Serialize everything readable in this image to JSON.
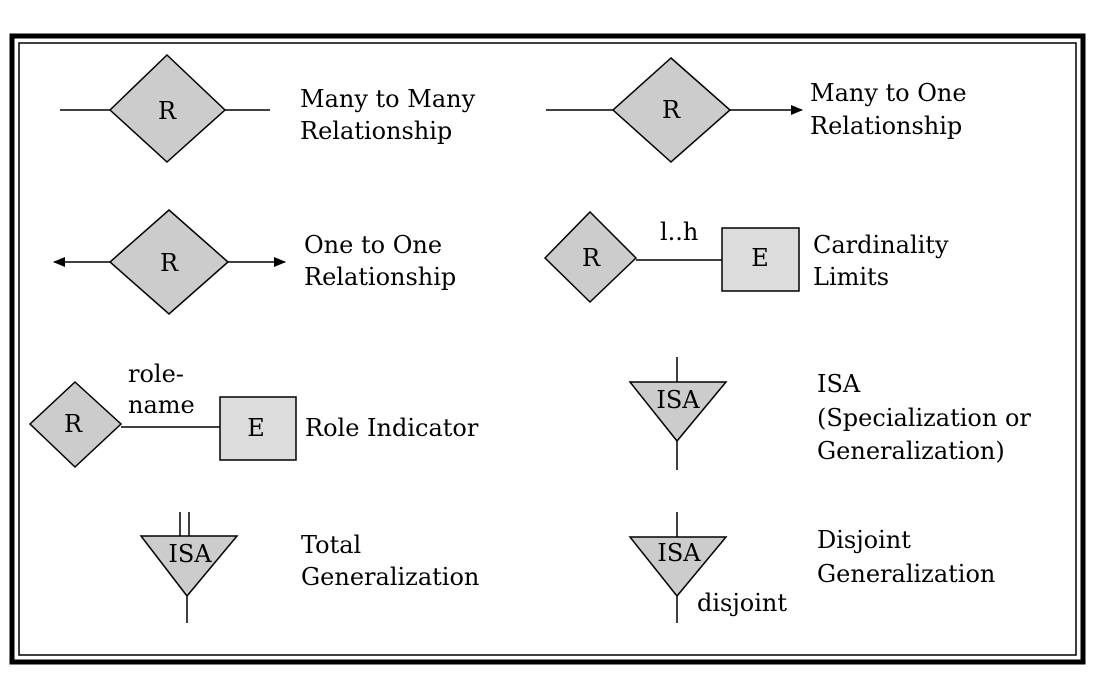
{
  "colors": {
    "shape_fill": "#cccccc",
    "stroke": "#000000",
    "background": "#ffffff"
  },
  "legend": {
    "many_to_many": {
      "symbol": "R",
      "caption": [
        "Many to Many",
        "Relationship"
      ]
    },
    "many_to_one": {
      "symbol": "R",
      "caption": [
        "Many to One",
        "Relationship"
      ]
    },
    "one_to_one": {
      "symbol": "R",
      "caption": [
        "One to One",
        "Relationship"
      ]
    },
    "cardinality": {
      "symbol": "R",
      "entity": "E",
      "edge_label": "l..h",
      "caption": [
        "Cardinality",
        "Limits"
      ]
    },
    "role_indicator": {
      "symbol": "R",
      "entity": "E",
      "edge_label": [
        "role-",
        "name"
      ],
      "caption": [
        "Role Indicator"
      ]
    },
    "isa": {
      "symbol": "ISA",
      "caption": [
        "ISA",
        "(Specialization or",
        "Generalization)"
      ]
    },
    "total_generalization": {
      "symbol": "ISA",
      "caption": [
        "Total",
        "Generalization"
      ]
    },
    "disjoint_generalization": {
      "symbol": "ISA",
      "edge_label": "disjoint",
      "caption": [
        "Disjoint",
        "Generalization"
      ]
    }
  }
}
